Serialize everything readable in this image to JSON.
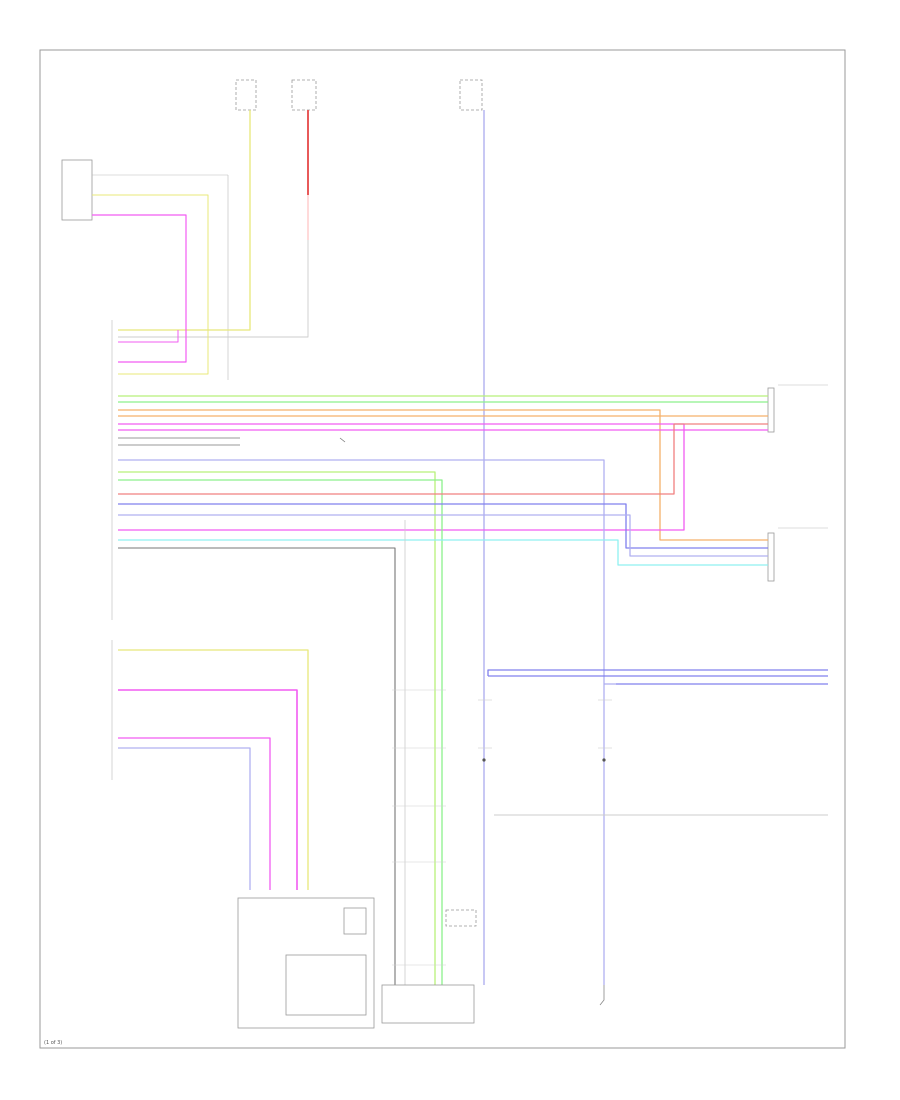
{
  "diagram": {
    "footer_label": "(1 of 3)",
    "colors": {
      "frame": "#9a9a9a",
      "wire_yellow": "#e8e87a",
      "wire_red": "#e85a5a",
      "wire_pink": "#f25cf2",
      "wire_violet": "#b0b0f0",
      "wire_blue": "#8080ee",
      "wire_green": "#8cf08c",
      "wire_lime": "#b8f07a",
      "wire_orange": "#f5b06a",
      "wire_salmon": "#f08080",
      "wire_cyan": "#8ff0f0",
      "wire_gray": "#777777",
      "wire_light_gray": "#cccccc"
    },
    "components": [
      "hot-at-all-times-fuse-left",
      "hot-in-run-fuse",
      "hot-at-all-times-fuse-right",
      "seat-switch-connector",
      "driver-power-seat-module",
      "front-seat-heater-module-right",
      "seat-position-sensor-connector",
      "seat-motor-assembly",
      "seat-cushion-heater",
      "splice-left",
      "splice-right",
      "ground-point-right"
    ]
  }
}
